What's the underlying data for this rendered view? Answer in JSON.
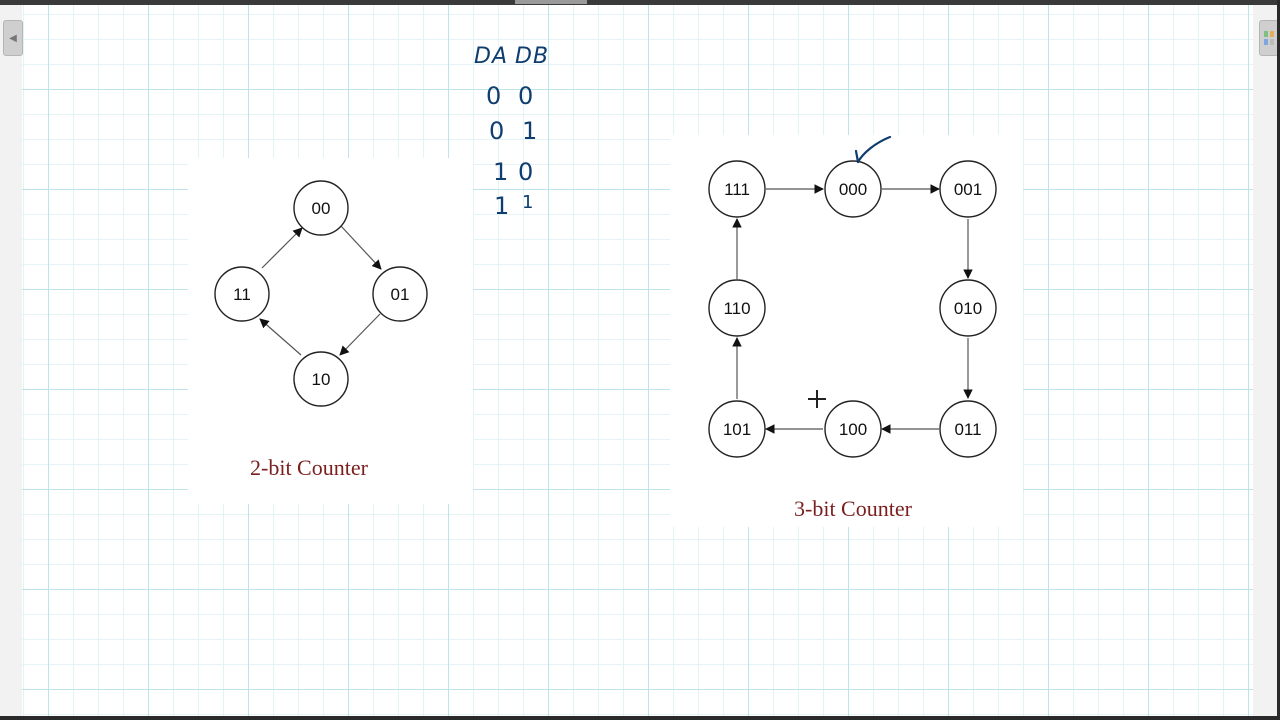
{
  "colors": {
    "ink": "#0f3d6e",
    "caption": "#7a1f1f",
    "grid_major": "#bfe3ea",
    "grid_minor": "#e4f3f6"
  },
  "toolbar": {
    "left_tab_icon": "chevron-left-icon",
    "right_tab_icon": "page-grid-icon"
  },
  "handwritten_table": {
    "headers": [
      "DA",
      "DB"
    ],
    "rows": [
      [
        "0",
        "0"
      ],
      [
        "0",
        "1"
      ],
      [
        "1",
        "0"
      ],
      [
        "1",
        "1"
      ]
    ]
  },
  "diagram_2bit": {
    "caption": "2-bit Counter",
    "nodes": [
      "00",
      "01",
      "10",
      "11"
    ],
    "edges": [
      [
        "00",
        "01"
      ],
      [
        "01",
        "10"
      ],
      [
        "10",
        "11"
      ],
      [
        "11",
        "00"
      ]
    ]
  },
  "diagram_3bit": {
    "caption": "3-bit Counter",
    "nodes": [
      "000",
      "001",
      "010",
      "011",
      "100",
      "101",
      "110",
      "111"
    ],
    "edges": [
      [
        "000",
        "001"
      ],
      [
        "001",
        "010"
      ],
      [
        "010",
        "011"
      ],
      [
        "011",
        "100"
      ],
      [
        "100",
        "101"
      ],
      [
        "101",
        "110"
      ],
      [
        "110",
        "111"
      ],
      [
        "111",
        "000"
      ]
    ],
    "annotation": "checkmark-on-000"
  }
}
